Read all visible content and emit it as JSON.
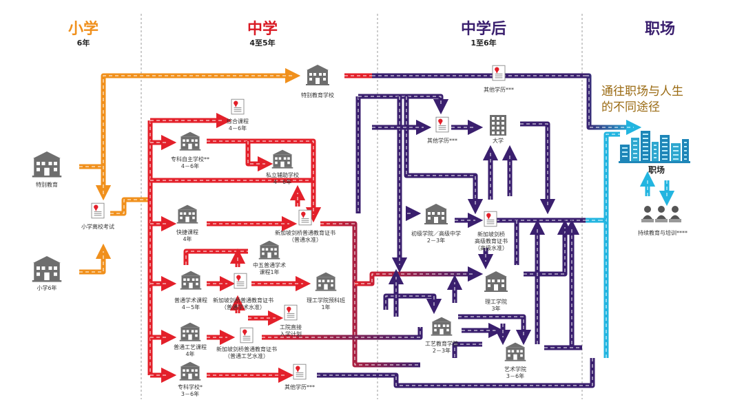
{
  "stages": [
    {
      "title": "小学",
      "sub": "6年",
      "color": "#f0901c"
    },
    {
      "title": "中学",
      "sub": "4至5年",
      "color": "#d91a24"
    },
    {
      "title": "中学后",
      "sub": "1至6年",
      "color": "#3a1f6e"
    },
    {
      "title": "职场",
      "sub": "",
      "color": "#3a1f6e"
    }
  ],
  "tagline": {
    "line1": "通往职场与人生",
    "line2": "的不同途径"
  },
  "nodes": {
    "special_ed": "特别教育",
    "primary": "小学6年",
    "psle": "小学离校考试",
    "special_school": "特别教育学校",
    "other_top": "其他学历***",
    "integrated": {
      "l1": "综合课程",
      "l2": "4－6年"
    },
    "specialized_indep": {
      "l1": "专科自主学校**",
      "l2": "4－6年"
    },
    "private_aided": {
      "l1": "私立辅助学校",
      "l2": "4－6年"
    },
    "other_mid": "其他学历***",
    "university": "大学",
    "express": {
      "l1": "快捷课程",
      "l2": "4年"
    },
    "o_level": {
      "l1": "新加坡剑桥普通教育证书",
      "l2": "（普通水准）"
    },
    "jc": {
      "l1": "初级学院／高级中学",
      "l2": "2－3年"
    },
    "a_level": {
      "l1": "新加坡剑桥",
      "l2": "高级教育证书",
      "l3": "（高级水准）"
    },
    "sec5": {
      "l1": "中五普通学术",
      "l2": "课程1年"
    },
    "na": {
      "l1": "普通学术课程",
      "l2": "4－5年"
    },
    "n_level_a": {
      "l1": "新加坡剑桥普通教育证书",
      "l2": "（普通学术水准）"
    },
    "poly_foundation": {
      "l1": "理工学院预科班",
      "l2": "1年"
    },
    "poly": {
      "l1": "理工学院",
      "l2": "3年"
    },
    "direct_entry": {
      "l1": "工院直接",
      "l2": "入学计划"
    },
    "nt": {
      "l1": "普通工艺课程",
      "l2": "4年"
    },
    "n_level_t": {
      "l1": "新加坡剑桥普通教育证书",
      "l2": "（普通工艺水准）"
    },
    "ite": {
      "l1": "工艺教育学院",
      "l2": "2－3年"
    },
    "specialized": {
      "l1": "专科学校*",
      "l2": "3－6年"
    },
    "other_bottom": "其他学历***",
    "arts": {
      "l1": "艺术学院",
      "l2": "3－6年"
    },
    "workforce": "职场",
    "cet": "持续教育与培训****"
  },
  "colors": {
    "orange": "#f0901c",
    "red": "#e3202a",
    "purple": "#3a1f6e",
    "cyan": "#23b5e0",
    "gray": "#6e6e6e"
  }
}
